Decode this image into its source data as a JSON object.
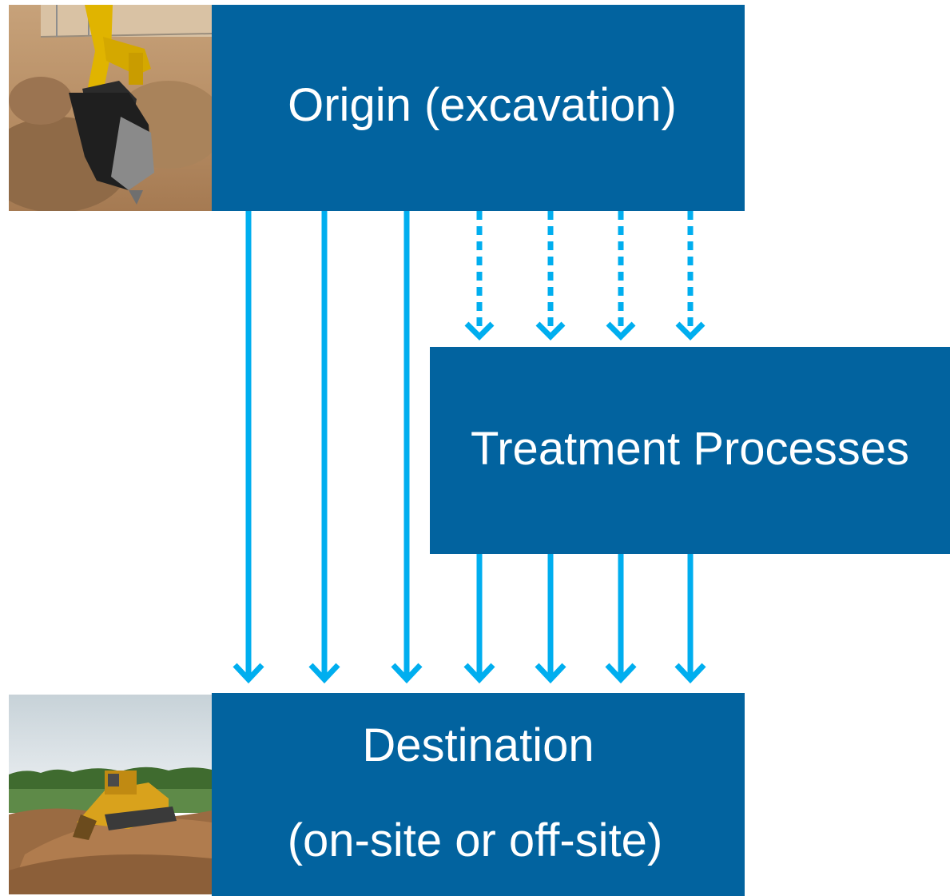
{
  "diagram": {
    "origin": {
      "label": "Origin (excavation)"
    },
    "treatment": {
      "label": "Treatment Processes"
    },
    "destination": {
      "label_line1": "Destination",
      "label_line2": "(on-site or off-site)"
    },
    "arrow_color": "#00aeef",
    "box_color": "#02639f",
    "images": [
      {
        "name": "excavator-photo",
        "depicts": "excavator bucket digging soil"
      },
      {
        "name": "bulldozer-photo",
        "depicts": "bulldozer spreading soil"
      }
    ]
  }
}
